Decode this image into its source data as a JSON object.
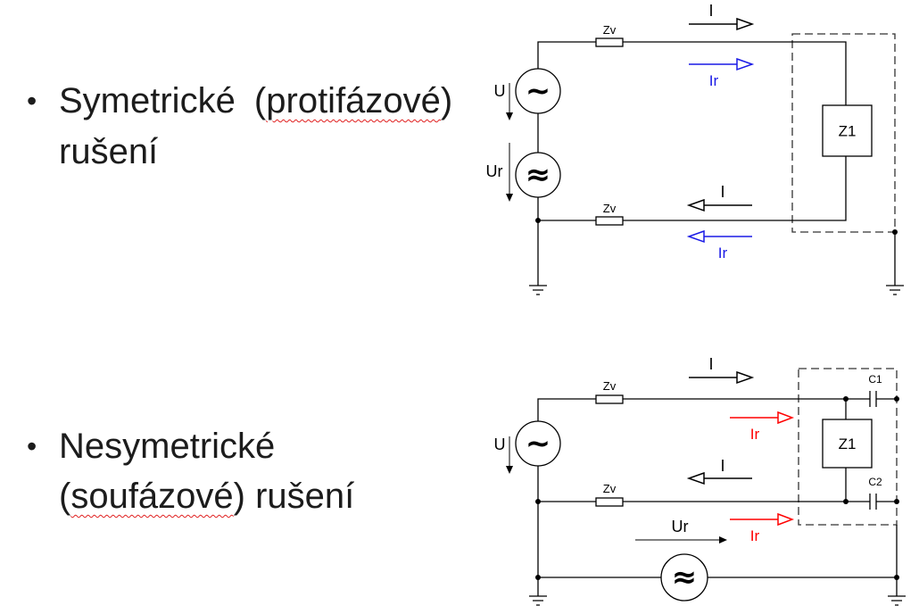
{
  "slide": {
    "bullet_symbol": "•",
    "symmetric": {
      "line1_prefix": "Symetrické (",
      "line1_marked": "protifázové",
      "line1_suffix": ")",
      "line2": "rušení"
    },
    "asymmetric": {
      "line1": "Nesymetrické",
      "line2_prefix": "(",
      "line2_marked": "soufázové",
      "line2_suffix": ") rušení"
    }
  },
  "colors": {
    "wire": "#000000",
    "symmetric_noise": "#1a1ae6",
    "asymmetric_noise": "#ff0000",
    "spellcheck_underline": "#e02020"
  },
  "circuit_symmetric": {
    "source_u_label": "U",
    "source_u_symbol": "~",
    "source_ur_label": "Ur",
    "source_ur_symbol": "≈",
    "zv_top": "Zv",
    "zv_bottom": "Zv",
    "current_top": "I",
    "noise_top": "Ir",
    "current_bottom": "I",
    "noise_bottom": "Ir",
    "load": "Z1"
  },
  "circuit_asymmetric": {
    "source_u_label": "U",
    "source_u_symbol": "~",
    "source_ur_label": "Ur",
    "source_ur_symbol": "≈",
    "zv_top": "Zv",
    "zv_middle": "Zv",
    "current_top": "I",
    "noise_top": "Ir",
    "current_middle": "I",
    "noise_middle": "Ir",
    "load": "Z1",
    "capacitor_1": "C1",
    "capacitor_2": "C2"
  }
}
